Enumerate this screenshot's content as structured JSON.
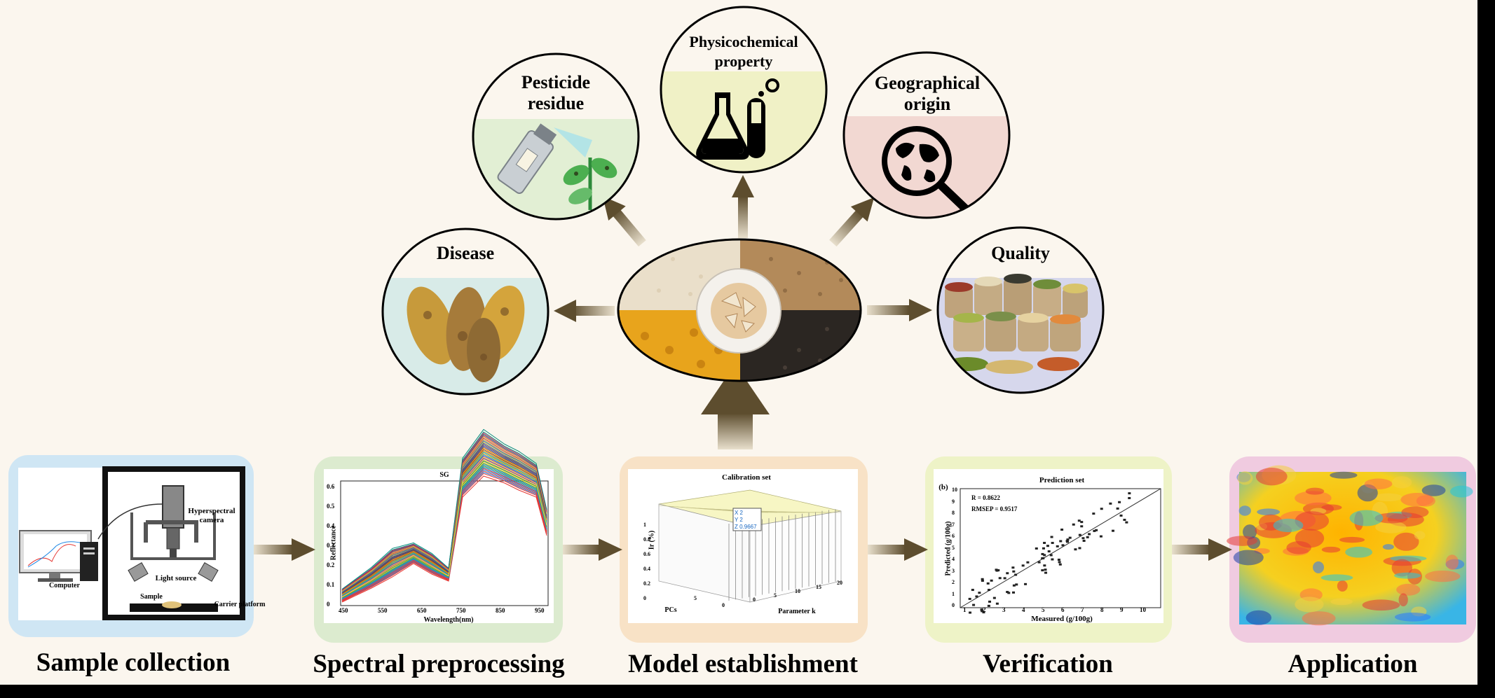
{
  "center": {
    "image": "grains-and-dish-ellipse"
  },
  "applications": [
    {
      "id": "disease",
      "title": "Disease",
      "bg": "#d8ebe8",
      "image": "diseased-corn"
    },
    {
      "id": "pesticide",
      "title_lines": [
        "Pesticide",
        "residue"
      ],
      "bg": "#e2efd4",
      "image": "spray-bottle-plant"
    },
    {
      "id": "physchem",
      "title_lines": [
        "Physicochemical",
        "property"
      ],
      "bg": "#f0f1c6",
      "image": "flask-testtube-icon"
    },
    {
      "id": "geo",
      "title_lines": [
        "Geographical",
        "origin"
      ],
      "bg": "#f2d8d2",
      "image": "globe-magnifier-icon"
    },
    {
      "id": "quality",
      "title": "Quality",
      "bg": "#d6d7ec",
      "image": "grain-sacks"
    }
  ],
  "steps": [
    {
      "id": "sample",
      "label": "Sample collection",
      "bg": "#cfe6f4"
    },
    {
      "id": "spectral",
      "label": "Spectral preprocessing",
      "bg": "#dcebcf"
    },
    {
      "id": "model",
      "label": "Model establishment",
      "bg": "#f8e2c6"
    },
    {
      "id": "verif",
      "label": "Verification",
      "bg": "#eef3c7"
    },
    {
      "id": "app",
      "label": "Application",
      "bg": "#f0cbe0"
    }
  ],
  "sample_panel": {
    "camera": "Hyperspectral camera",
    "light": "Light source",
    "computer": "Computer",
    "sample": "Sample",
    "platform": "Carrier platform"
  },
  "spectral_panel": {
    "title": "SG",
    "xlabel": "Wavelength(nm)",
    "ylabel": "Reflectance",
    "xticks": [
      "450",
      "550",
      "650",
      "750",
      "850",
      "950"
    ],
    "yticks": [
      "0",
      "0.1",
      "0.2",
      "0.3",
      "0.4",
      "0.5",
      "0.6"
    ]
  },
  "model_panel": {
    "title": "Calibration set",
    "zlabel": "Ir (%)",
    "xlabel": "PCs",
    "ylabel": "Parameter k",
    "zticks": [
      "0",
      "0.2",
      "0.4",
      "0.6",
      "0.8",
      "1"
    ],
    "kticks": [
      "0",
      "5",
      "10",
      "15",
      "20"
    ],
    "pcticks": [
      "0",
      "5"
    ],
    "tooltip": {
      "x": "X 2",
      "y": "Y 2",
      "z": "Z 0.9667"
    }
  },
  "verification_panel": {
    "title": "Prediction set",
    "tag": "(b)",
    "stats": [
      "R = 0.8622",
      "RMSEP = 0.9517"
    ],
    "xlabel": "Measured (g/100g)",
    "ylabel": "Predicted (g/100g)",
    "ticks": [
      "1",
      "2",
      "3",
      "4",
      "5",
      "6",
      "7",
      "8",
      "9",
      "10"
    ],
    "yticks": [
      "0",
      "1",
      "2",
      "3",
      "4",
      "5",
      "6",
      "7",
      "8",
      "9",
      "10"
    ]
  },
  "colors": {
    "arrow": "#7a6a4a",
    "background": "#fbf6ee",
    "accent_blue": "#1565c0"
  }
}
